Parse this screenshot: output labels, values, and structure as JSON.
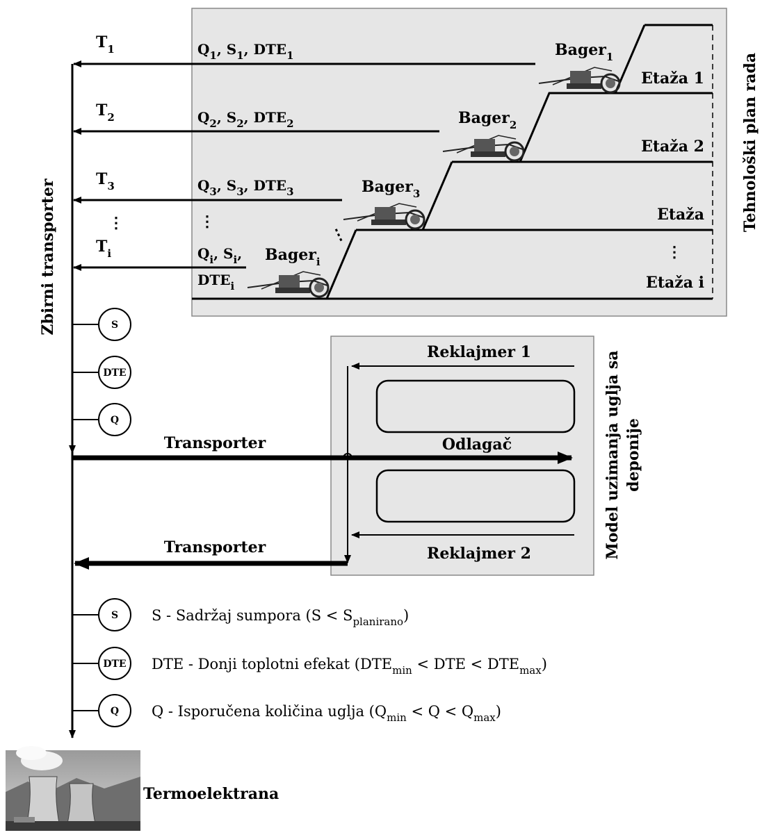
{
  "title_vertical_left": "Zbirni transporter",
  "title_vertical_right": "Tehnološki plan rada",
  "deponija_title_line1": "Model uzimanja uglja sa",
  "deponija_title_line2": "deponije",
  "transporters": [
    {
      "T": "T",
      "sub": "1",
      "q": "Q",
      "qs": "1",
      "s": ", S",
      "ss": "1",
      "dte": ", DTE",
      "ds": "1"
    },
    {
      "T": "T",
      "sub": "2",
      "q": "Q",
      "qs": "2",
      "s": ", S",
      "ss": "2",
      "dte": ", DTE",
      "ds": "2"
    },
    {
      "T": "T",
      "sub": "3",
      "q": "Q",
      "qs": "3",
      "s": ", S",
      "ss": "3",
      "dte": ", DTE",
      "ds": "3"
    }
  ],
  "ti": {
    "T": "T",
    "sub": "i",
    "q": "Q",
    "qs": "i",
    "s": ", S",
    "ss": "i",
    "comma": ",",
    "dte": "DTE",
    "ds": "i"
  },
  "dots": "⋮",
  "bagers": [
    {
      "name": "Bager",
      "sub": "1"
    },
    {
      "name": "Bager",
      "sub": "2"
    },
    {
      "name": "Bager",
      "sub": "3"
    },
    {
      "name": "Bager",
      "sub": "i"
    }
  ],
  "etaze": [
    "Etaža 1",
    "Etaža 2",
    "Etaža",
    "Etaža i"
  ],
  "reklajmer1": "Reklajmer 1",
  "reklajmer2": "Reklajmer 2",
  "odlagac": "Odlagač",
  "transporter1": "Transporter",
  "transporter2": "Transporter",
  "circles": [
    "S",
    "DTE",
    "Q"
  ],
  "legend": {
    "s": {
      "pre": "S - Sadržaj sumpora (S < S",
      "sub": "planirano",
      "post": ")"
    },
    "dte": {
      "pre": "DTE - Donji toplotni efekat (DTE",
      "sub1": "min",
      "mid": " < DTE < DTE",
      "sub2": "max",
      "post": ")"
    },
    "q": {
      "pre": "Q - Isporučena količina uglja (Q",
      "sub1": "min",
      "mid": " < Q < Q",
      "sub2": "max",
      "post": ")"
    }
  },
  "termoelektrana": "Termoelektrana"
}
